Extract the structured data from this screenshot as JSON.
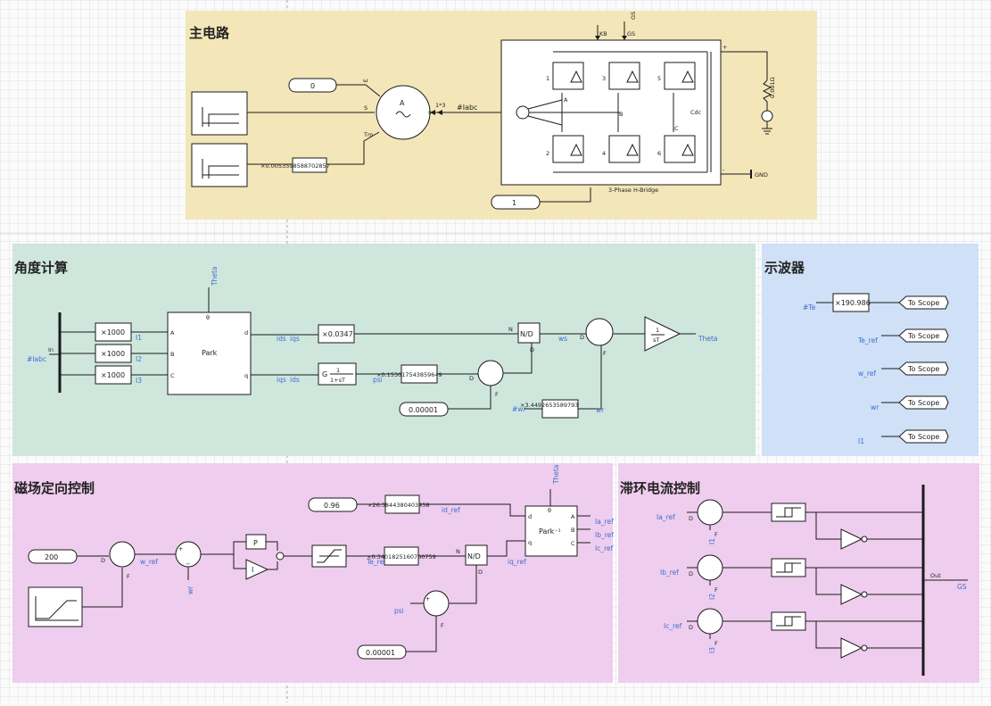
{
  "sections": {
    "main_circuit": "主电路",
    "angle_calc": "角度计算",
    "oscilloscope": "示波器",
    "foc": "磁场定向控制",
    "hysteresis": "滞环电流控制"
  },
  "colors": {
    "main_bg": "#f3e6b8",
    "angle_bg": "#cfe6dd",
    "scope_bg": "#cfe0f7",
    "foc_bg": "#efcdee",
    "hyst_bg": "#efcdee",
    "signal_label": "#3a6fd0"
  },
  "main": {
    "const_zero": "0",
    "const_one": "1",
    "omega": "ω",
    "s_port": "S",
    "tm_port": "Tm",
    "motor_label": "A",
    "gain_tm": "×0.0053598588702857",
    "ratio": "1*3",
    "iabc": "#Iabc",
    "ac": "AC",
    "kb": "KB",
    "gs_top": "GS",
    "gs_in": "GS",
    "bridge_label": "3-Phase H-Bridge",
    "phase_a": "A",
    "phase_b": "B",
    "phase_c": "C",
    "cdc": "Cdc",
    "res_label": "0.001Ω",
    "gnd": "GND",
    "sw": [
      "1",
      "3",
      "5",
      "2",
      "4",
      "6"
    ],
    "plus": "+",
    "minus": "-"
  },
  "angle": {
    "iabc": "#Iabc",
    "in": "In",
    "gain": "×1000",
    "i1": "I1",
    "i2": "I2",
    "i3": "I3",
    "theta_in": "Theta",
    "theta_sym": "θ",
    "park": "Park",
    "pa": "A",
    "pb": "B",
    "pc": "C",
    "pd": "d",
    "pq": "q",
    "ids": "ids",
    "iqs": "iqs",
    "gain2": "×0.0347",
    "nd": "N/D",
    "n": "N",
    "d": "D",
    "ws": "ws",
    "integ_num": "1",
    "integ_den": "sT",
    "theta_out": "Theta",
    "lag_g": "G",
    "lag_num": "1",
    "lag_den": "1+sT",
    "psi": "psi",
    "gain3": "×0.153017543859649",
    "const": "0.00001",
    "wr_in": "#wr",
    "gain4": "×3.4492653589793",
    "wr": "wr",
    "f": "F"
  },
  "scope": {
    "items": [
      {
        "in": "#Te",
        "gain": "×190.986",
        "label": "To Scope"
      },
      {
        "in": "Te_ref",
        "label": "To Scope"
      },
      {
        "in": "w_ref",
        "label": "To Scope"
      },
      {
        "in": "wr",
        "label": "To Scope"
      },
      {
        "in": "I1",
        "label": "To Scope"
      }
    ]
  },
  "foc": {
    "c096": "0.96",
    "gain_id": "×26.3844380403458",
    "id_ref": "id_ref",
    "c200": "200",
    "w_ref": "w_ref",
    "wr": "wr",
    "p": "P",
    "i": "I",
    "te_ref": "Te_ref",
    "gain_iq": "×0.3401825160760759",
    "nd": "N/D",
    "psi": "psi",
    "const": "0.00001",
    "iq_ref": "iq_ref",
    "theta": "Theta",
    "theta_sym": "θ",
    "park_inv": "Park⁻¹",
    "pd": "d",
    "pq": "q",
    "pa": "A",
    "pb": "B",
    "pc": "C",
    "ia_ref": "Ia_ref",
    "ib_ref": "Ib_ref",
    "ic_ref": "Ic_ref",
    "n": "N",
    "d": "D",
    "f": "F"
  },
  "hyst": {
    "ia_ref": "Ia_ref",
    "ib_ref": "Ib_ref",
    "ic_ref": "Ic_ref",
    "i1": "I1",
    "i2": "I2",
    "i3": "I3",
    "out": "Out",
    "gs": "GS",
    "d": "D",
    "f": "F"
  }
}
